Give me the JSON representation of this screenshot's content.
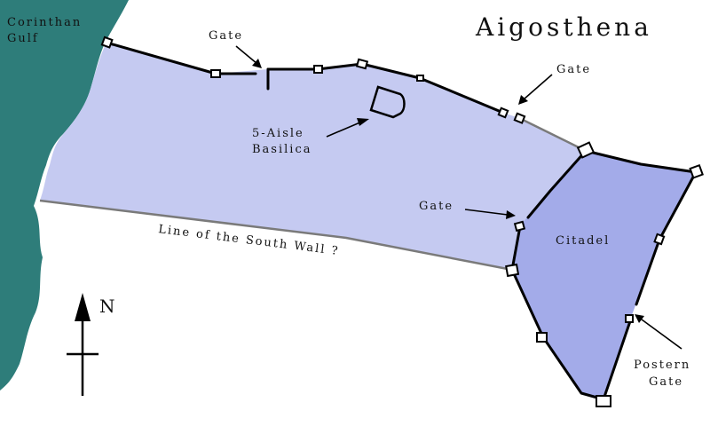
{
  "map": {
    "title": "Aigosthena",
    "water_label_line1": "Corinthan",
    "water_label_line2": "Gulf",
    "labels": {
      "gate_north": "Gate",
      "gate_east": "Gate",
      "gate_south": "Gate",
      "basilica_line1": "5-Aisle",
      "basilica_line2": "Basilica",
      "citadel": "Citadel",
      "south_wall": "Line of the South Wall ?",
      "postern_line1": "Postern",
      "postern_line2": "Gate",
      "north": "N"
    },
    "colors": {
      "sea": "#2e7d7a",
      "lower_town": "#c5caf1",
      "citadel": "#a3abe9",
      "background": "#ffffff"
    }
  }
}
